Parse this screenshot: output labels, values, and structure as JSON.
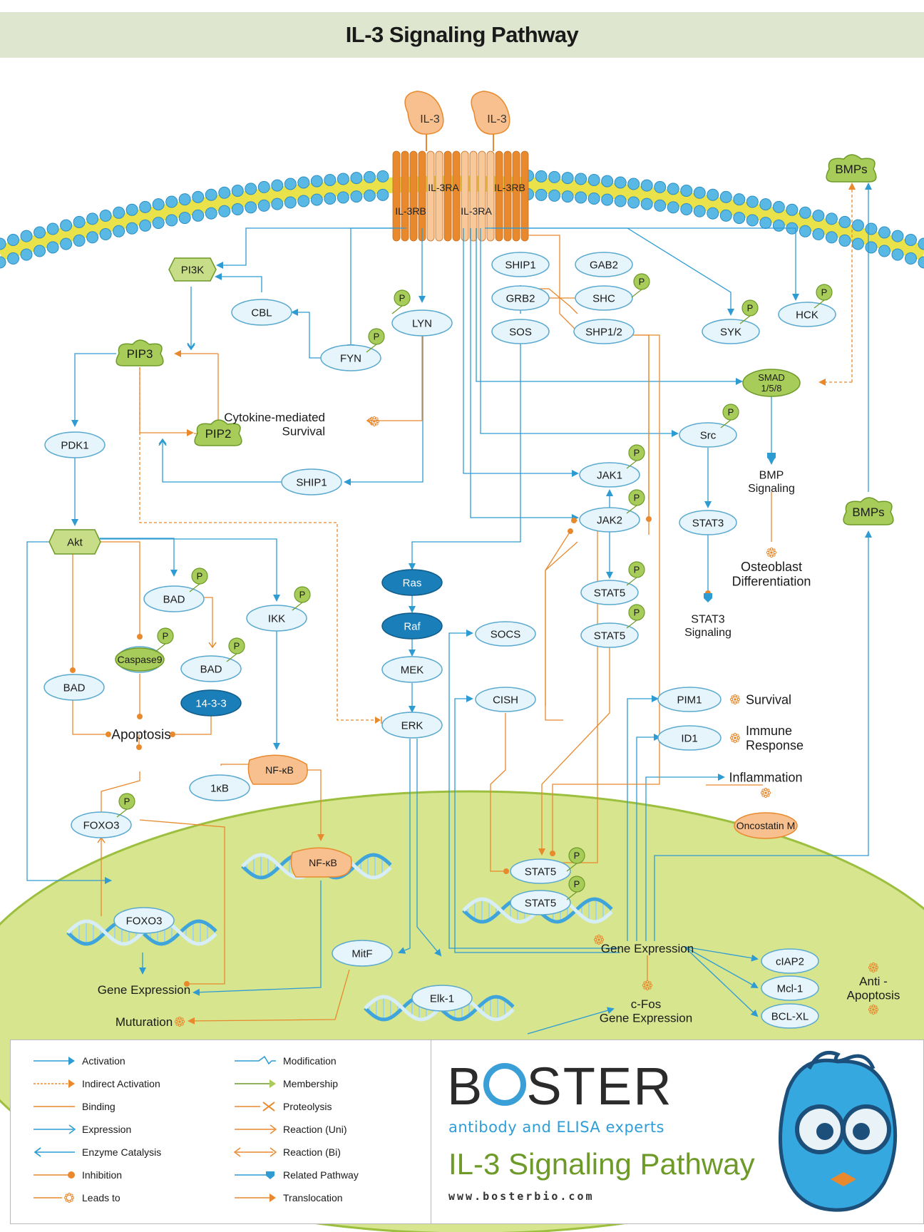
{
  "title": "IL-3 Signaling Pathway",
  "receptors": {
    "il3": "IL-3",
    "il3ra": "IL-3RA",
    "il3rb": "IL-3RB"
  },
  "phospho": "P",
  "nodes": {
    "pi3k": "PI3K",
    "cbl": "CBL",
    "fyn": "FYN",
    "lyn": "LYN",
    "pip3": "PIP3",
    "pip2": "PIP2",
    "pdk1": "PDK1",
    "ship1": "SHIP1",
    "akt": "Akt",
    "bad": "BAD",
    "caspase9": "Caspase9",
    "b1433": "14-3-3",
    "ikk": "IKK",
    "ikb": "1κB",
    "nfkb": "NF-κB",
    "foxo3": "FOXO3",
    "mitf": "MitF",
    "elk1": "Elk-1",
    "ras": "Ras",
    "raf": "Raf",
    "mek": "MEK",
    "erk": "ERK",
    "grb2": "GRB2",
    "sos": "SOS",
    "gab2": "GAB2",
    "shc": "SHC",
    "ship12": "SHP1/2",
    "jak1": "JAK1",
    "jak2": "JAK2",
    "stat5": "STAT5",
    "socs": "SOCS",
    "cish": "CISH",
    "src": "Src",
    "stat3": "STAT3",
    "syk": "SYK",
    "hck": "HCK",
    "smad": "SMAD\n1/5/8",
    "bmps": "BMPs",
    "pim1": "PIM1",
    "id1": "ID1",
    "oncostatin": "Oncostatin M",
    "ciap2": "cIAP2",
    "mcl1": "Mcl-1",
    "bclxl": "BCL-XL"
  },
  "outcomes": {
    "cytokine": "Cytokine-mediated\nSurvival",
    "apoptosis": "Apoptosis",
    "gene_expression": "Gene Expression",
    "maturation": "Muturation",
    "bmp_signaling": "BMP\nSignaling",
    "osteoblast": "Osteoblast\nDifferentiation",
    "stat3_signaling": "STAT3\nSignaling",
    "survival": "Survival",
    "immune": "Immune\nResponse",
    "inflammation": "Inflammation",
    "cfos": "c-Fos\nGene Expression",
    "anti_apoptosis": "Anti -\nApoptosis"
  },
  "legend": [
    {
      "label": "Activation",
      "kind": "activation"
    },
    {
      "label": "Indirect Activation",
      "kind": "indirect"
    },
    {
      "label": "Binding",
      "kind": "binding"
    },
    {
      "label": "Expression",
      "kind": "expression"
    },
    {
      "label": "Enzyme Catalysis",
      "kind": "enzyme"
    },
    {
      "label": "Inhibition",
      "kind": "inhibition"
    },
    {
      "label": "Leads to",
      "kind": "leads"
    },
    {
      "label": "Modification",
      "kind": "modification"
    },
    {
      "label": "Membership",
      "kind": "membership"
    },
    {
      "label": "Proteolysis",
      "kind": "proteolysis"
    },
    {
      "label": "Reaction (Uni)",
      "kind": "uni"
    },
    {
      "label": "Reaction (Bi)",
      "kind": "bi"
    },
    {
      "label": "Related Pathway",
      "kind": "related"
    },
    {
      "label": "Translocation",
      "kind": "translocation"
    }
  ],
  "brand": {
    "logo_left": "B",
    "logo_right": "STER",
    "tagline": "antibody and ELISA experts",
    "title": "IL-3 Signaling Pathway",
    "url": "www.bosterbio.com"
  },
  "colors": {
    "blue": "#2e9bd3",
    "orange": "#e8892e",
    "node_fill": "#e6f4fb",
    "node_stroke": "#5aa9cf",
    "green_fill": "#a8cc5a",
    "dark_blue": "#1a7eb8",
    "nucleus": "#d6e58e",
    "title_bg": "#dfe6cf"
  }
}
